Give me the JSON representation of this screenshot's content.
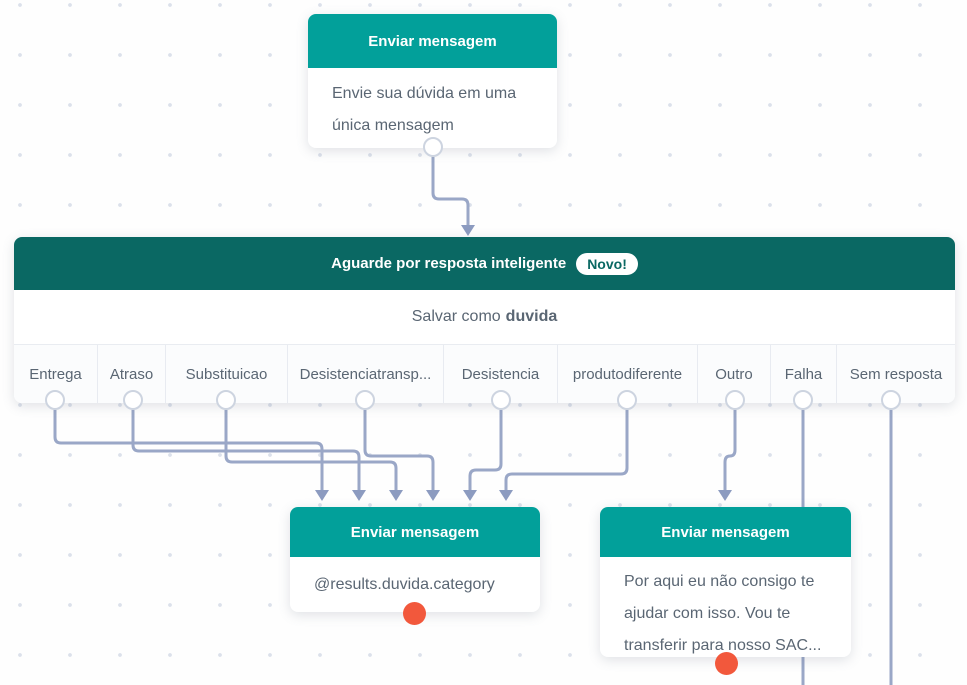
{
  "colors": {
    "header_teal": "#02A09A",
    "header_dark_teal": "#0A6863",
    "wire": "#9AA7C7",
    "port_orange": "#F2583C",
    "text": "#5A6673"
  },
  "nodes": {
    "top_message": {
      "title": "Enviar mensagem",
      "body": "Envie sua dúvida em uma única mensagem"
    },
    "smart_reply": {
      "title": "Aguarde por resposta inteligente",
      "badge": "Novo!",
      "save_prefix": "Salvar como",
      "save_variable": "duvida",
      "branches": [
        {
          "label": "Entrega"
        },
        {
          "label": "Atraso"
        },
        {
          "label": "Substituicao"
        },
        {
          "label": "Desistenciatransp..."
        },
        {
          "label": "Desistencia"
        },
        {
          "label": "produtodiferente"
        },
        {
          "label": "Outro"
        },
        {
          "label": "Falha"
        },
        {
          "label": "Sem resposta"
        }
      ]
    },
    "category_message": {
      "title": "Enviar mensagem",
      "body": "@results.duvida.category"
    },
    "transfer_message": {
      "title": "Enviar mensagem",
      "body": "Por aqui eu não consigo te ajudar com isso. Vou te transferir para nosso SAC..."
    }
  }
}
